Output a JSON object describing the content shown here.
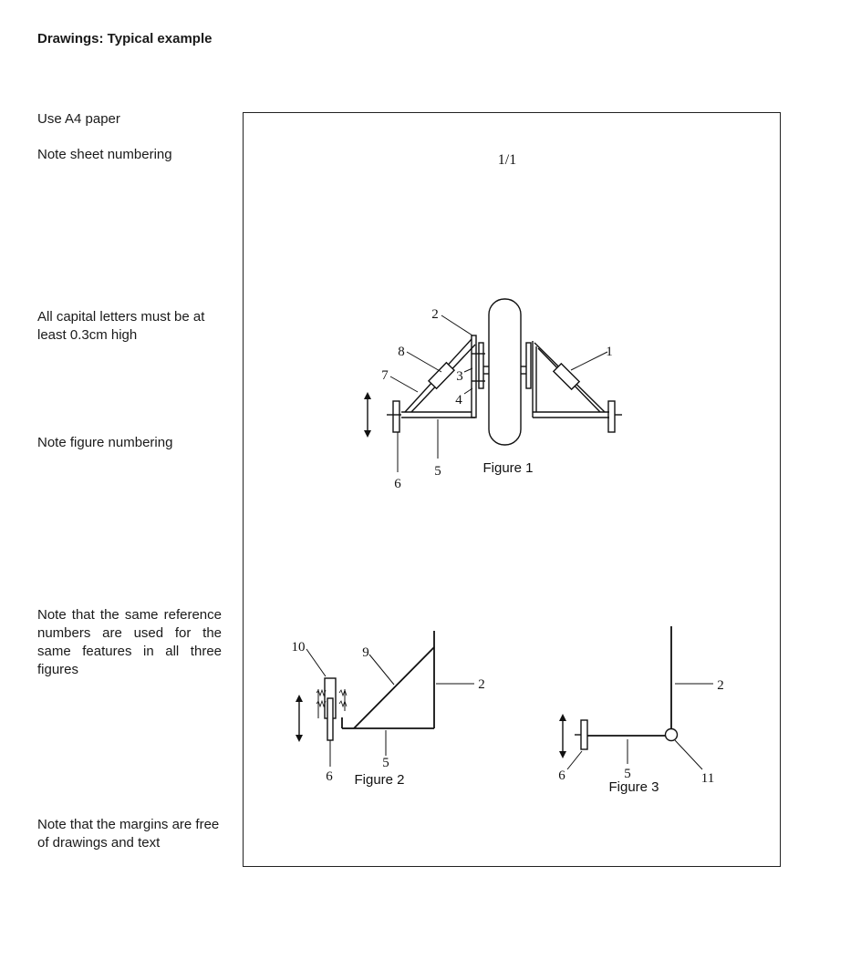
{
  "heading": "Drawings: Typical example",
  "notes": {
    "paper": "Use A4 paper",
    "sheet_numbering": "Note sheet numbering",
    "capital_letters": "All capital letters must be at least 0.3cm high",
    "figure_numbering": "Note figure numbering",
    "reference_numbers": "Note that the same reference numbers are used for the same features in all three figures",
    "margins": "Note that the margins are free of drawings and text"
  },
  "sheet": {
    "sheet_number": "1/1",
    "figure1": {
      "caption": "Figure 1",
      "refs": {
        "r1": "1",
        "r2": "2",
        "r3": "3",
        "r4": "4",
        "r5": "5",
        "r6": "6",
        "r7": "7",
        "r8": "8"
      }
    },
    "figure2": {
      "caption": "Figure 2",
      "refs": {
        "r2": "2",
        "r5": "5",
        "r6": "6",
        "r9": "9",
        "r10": "10"
      }
    },
    "figure3": {
      "caption": "Figure 3",
      "refs": {
        "r2": "2",
        "r5": "5",
        "r6": "6",
        "r11": "11"
      }
    }
  }
}
